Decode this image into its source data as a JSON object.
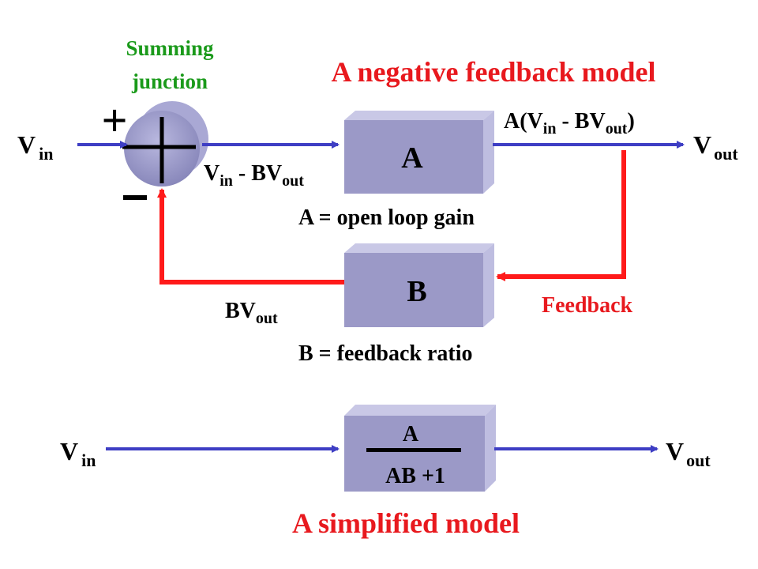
{
  "colors": {
    "box_front": "#9b99c7",
    "box_top": "#c9c8e6",
    "box_side": "#bebde0",
    "forward_arrow": "#3e3ec4",
    "feedback_arrow": "#ff1a1a",
    "junction_label": "#1a9a1a",
    "title_red": "#e8191e",
    "text_black": "#000000"
  },
  "junction": {
    "label_line1": "Summing",
    "label_line2": "junction",
    "plus_sign": "+",
    "minus_sign": "–"
  },
  "top_model": {
    "title": "A negative feedback model",
    "vin_main": "V",
    "vin_sub": "in",
    "vout_main": "V",
    "vout_sub": "out",
    "box_a_label": "A",
    "box_b_label": "B",
    "error_signal": {
      "p1": "V",
      "s1": "in",
      "p2": " - BV",
      "s2": "out"
    },
    "a_output": {
      "p1": "A(V",
      "s1": "in",
      "p2": " - BV",
      "s2": "out",
      "p3": ")"
    },
    "bv_out": {
      "p1": "BV",
      "s1": "out"
    },
    "open_loop_caption": "A = open loop gain",
    "feedback_ratio_caption": "B = feedback ratio",
    "feedback_label": "Feedback"
  },
  "bottom_model": {
    "title": "A simplified model",
    "vin_main": "V",
    "vin_sub": "in",
    "vout_main": "V",
    "vout_sub": "out",
    "numerator": "A",
    "denominator": "AB +1"
  }
}
